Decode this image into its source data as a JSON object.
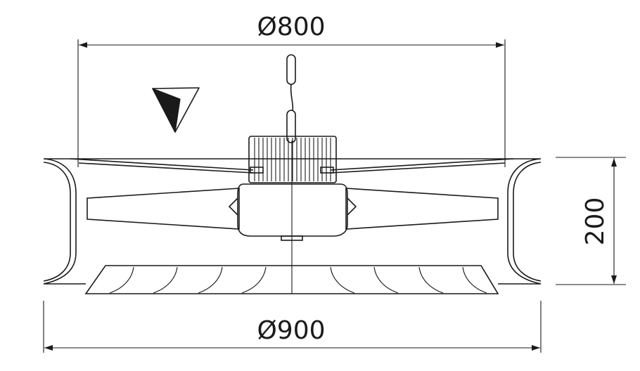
{
  "dimensions": {
    "top_diameter": "Ø800",
    "bottom_diameter": "Ø900",
    "height": "200"
  },
  "colors": {
    "line": "#1a1a1a",
    "background": "#ffffff"
  }
}
